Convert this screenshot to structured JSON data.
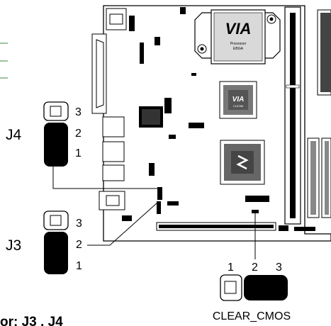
{
  "jumper_j4": {
    "label": "J4",
    "pins": [
      "3",
      "2",
      "1"
    ]
  },
  "jumper_j3": {
    "label": "J3",
    "pins": [
      "3",
      "2",
      "1"
    ]
  },
  "clear_cmos": {
    "label": "CLEAR_CMOS",
    "pins": [
      "1",
      "2",
      "3"
    ]
  },
  "processor_chip": {
    "logo": "VIA",
    "line1": "Processor",
    "line2": "EBGA"
  },
  "northbridge_chip": {
    "logo": "VIA",
    "text": "CLE266"
  },
  "footer_fragment": "or:  J3 , J4",
  "colors": {
    "accent_lines": "#3a8a3a",
    "ink": "#000000"
  }
}
